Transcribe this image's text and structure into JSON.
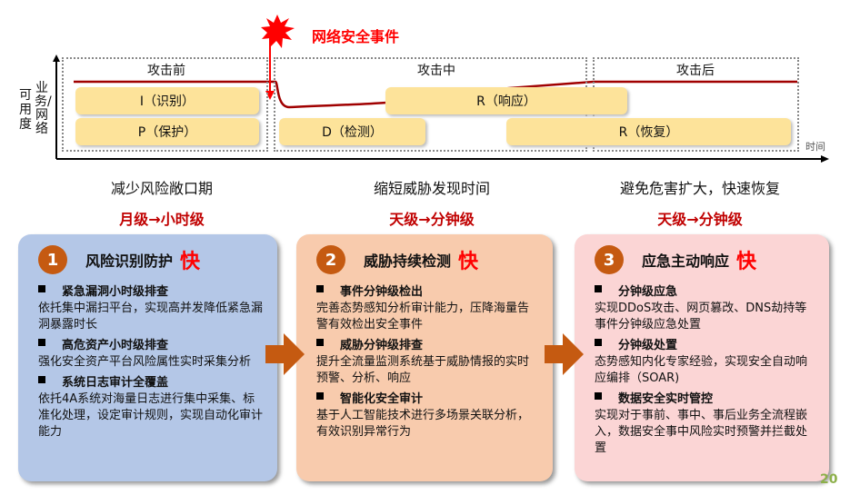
{
  "event_label": "网络安全事件",
  "y_axis_label": [
    "业务/网络",
    "可用度"
  ],
  "x_axis_label": "时间",
  "phases": [
    "攻击前",
    "攻击中",
    "攻击后"
  ],
  "stages": {
    "identify": "I（识别）",
    "protect": "P（保护）",
    "detect": "D（检测）",
    "respond": "R（响应）",
    "recover": "R（恢复）"
  },
  "captions": [
    {
      "text": "减少风险敞口期",
      "speed": "月级→小时级"
    },
    {
      "text": "缩短威胁发现时间",
      "speed": "天级→分钟级"
    },
    {
      "text": "避免危害扩大，快速恢复",
      "speed": "天级→分钟级"
    }
  ],
  "cards": [
    {
      "num": "1",
      "title": "风险识别防护",
      "fast": "快",
      "items": [
        {
          "head": "紧急漏洞小时级排查",
          "body": "依托集中漏扫平台，实现高并发降低紧急漏洞暴露时长"
        },
        {
          "head": "高危资产小时级排查",
          "body": "强化安全资产平台风险属性实时采集分析"
        },
        {
          "head": "系统日志审计全覆盖",
          "body": "依托4A系统对海量日志进行集中采集、标准化处理，设定审计规则，实现自动化审计能力"
        }
      ]
    },
    {
      "num": "2",
      "title": "威胁持续检测",
      "fast": "快",
      "items": [
        {
          "head": "事件分钟级检出",
          "body": "完善态势感知分析审计能力，压降海量告警有效检出安全事件"
        },
        {
          "head": "威胁分钟级排查",
          "body": "提升全流量监测系统基于威胁情报的实时预警、分析、响应"
        },
        {
          "head": "智能化安全审计",
          "body": "基于人工智能技术进行多场景关联分析，有效识别异常行为"
        }
      ]
    },
    {
      "num": "3",
      "title": "应急主动响应",
      "fast": "快",
      "items": [
        {
          "head": "分钟级应急",
          "body": "实现DDoS攻击、网页篡改、DNS劫持等事件分钟级应急处置"
        },
        {
          "head": "分钟级处置",
          "body": "态势感知内化专家经验，实现安全自动响应编排（SOAR)"
        },
        {
          "head": "数据安全实时管控",
          "body": "实现对于事前、事中、事后业务全流程嵌入，数据安全事中风险实时预警并拦截处置"
        }
      ]
    }
  ],
  "page_number": "20",
  "colors": {
    "accent_red": "#c00000",
    "orange": "#c55a11",
    "card1": "#b4c7e7",
    "card2": "#f8cbad",
    "card3": "#fbd5d5",
    "pill": "#fde39a"
  }
}
